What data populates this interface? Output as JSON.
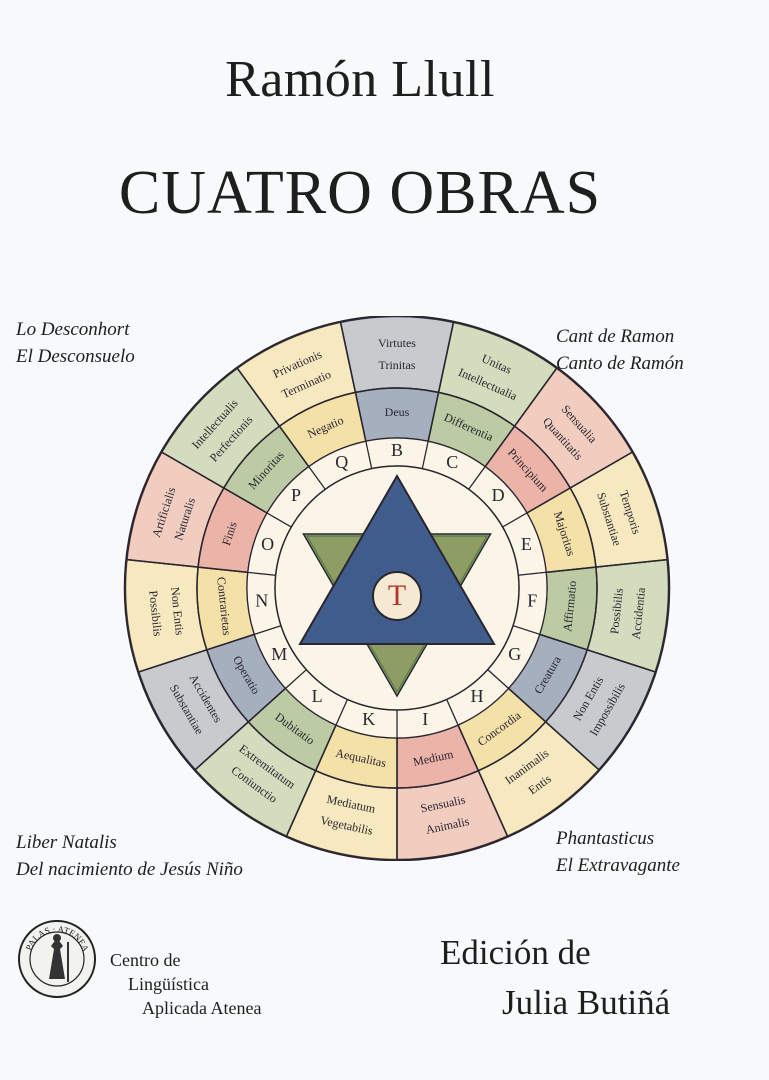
{
  "cover": {
    "author": "Ramón Llull",
    "title": "CUATRO OBRAS",
    "works": {
      "top_left": {
        "original": "Lo Desconhort",
        "spanish": "El Desconsuelo"
      },
      "top_right": {
        "original": "Cant de Ramon",
        "spanish": "Canto de Ramón"
      },
      "bottom_left": {
        "original": "Liber Natalis",
        "spanish": "Del nacimiento de Jesús Niño"
      },
      "bottom_right": {
        "original": "Phantasticus",
        "spanish": "El Extravagante"
      }
    },
    "publisher": {
      "line1": "Centro de",
      "line2": "Lingüística",
      "line3": "Aplicada Atenea"
    },
    "seal_text": "PALAS · ATENEA",
    "edition": {
      "line1": "Edición de",
      "line2": "Julia Butiñá"
    }
  },
  "wheel": {
    "center_letter": "T",
    "letters": [
      "B",
      "C",
      "D",
      "E",
      "F",
      "G",
      "H",
      "I",
      "K",
      "L",
      "M",
      "N",
      "O",
      "P",
      "Q"
    ],
    "outer_labels": [
      "Virtutes",
      "Trinitas",
      "Unitas",
      "Intellectualia",
      "Sensualia",
      "Quantitatis",
      "Temporis",
      "Substantiae",
      "Accidentia",
      "Possibilis",
      "Impossibilis",
      "Non Entis",
      "Entis",
      "Inanimalis",
      "Animalis",
      "Sensualis",
      "Vegetabilis",
      "Mediatum",
      "Coniunctio",
      "Extremitatum",
      "Substantiae",
      "Accidentes",
      "Possibilis",
      "Non Entis",
      "Artificialis",
      "Naturalis",
      "Intellectualis",
      "Perfectionis",
      "Privationis",
      "Terminatio"
    ],
    "inner_labels": [
      "Deus",
      "Differentia",
      "Principium",
      "Majoritas",
      "Affirmatio",
      "Creatura",
      "Concordia",
      "Medium",
      "Aequalitas",
      "Dubitatio",
      "Operatio",
      "Contrarietas",
      "Finis",
      "Minoritas",
      "Negatio"
    ],
    "colors": {
      "red": "#d9655a",
      "yellow": "#e9c95a",
      "green": "#6f9a52",
      "blue": "#3f5c8c",
      "ink": "#2a2530",
      "paper": "#fbf5e8"
    }
  }
}
